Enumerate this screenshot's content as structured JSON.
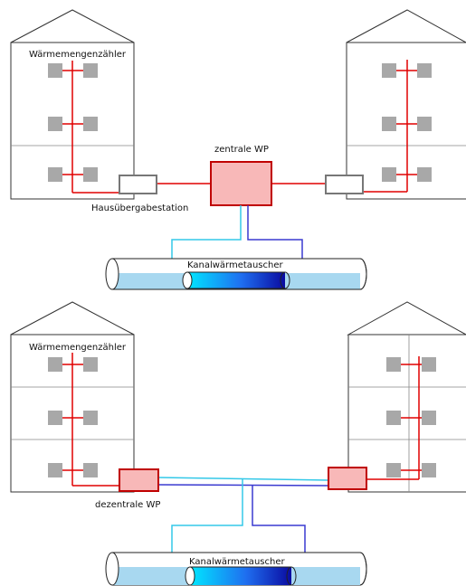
{
  "top_diagram": {
    "label_meter": "Wärmemengenzähler",
    "label_central_hp": "zentrale WP",
    "label_substation": "Hausübergabestation",
    "label_exchanger": "Kanalwärmetauscher"
  },
  "bottom_diagram": {
    "label_meter": "Wärmemengenzähler",
    "label_decentral_hp": "dezentrale WP",
    "label_exchanger": "Kanalwärmetauscher"
  },
  "colors": {
    "heat_line": "#e00000",
    "heat_pump_fill": "#f8b8b8",
    "heat_pump_stroke": "#c00000",
    "cold_line": "#33c8e8",
    "warm_line": "#3a3ad0",
    "water": "#a8d8f0",
    "window": "#a8a8a8",
    "building_stroke": "#333333",
    "substation_stroke": "#777777"
  }
}
